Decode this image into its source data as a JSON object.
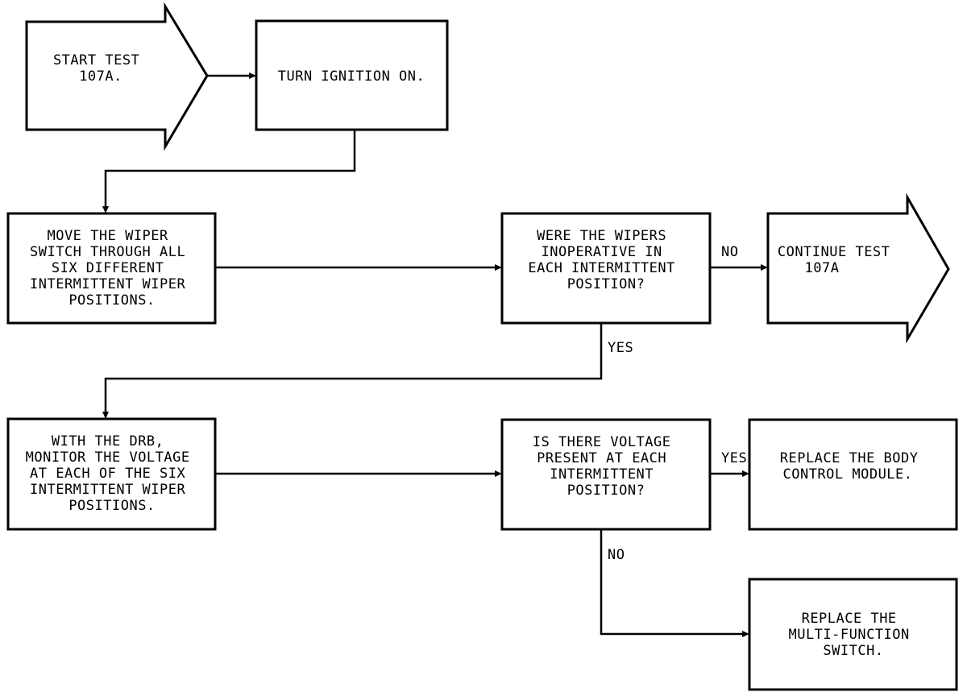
{
  "nodes": {
    "start": {
      "lines": [
        "START TEST",
        "107A."
      ]
    },
    "ignition": {
      "lines": [
        "TURN IGNITION ON."
      ]
    },
    "move_switch": {
      "lines": [
        "MOVE THE WIPER",
        "SWITCH THROUGH ALL",
        "SIX DIFFERENT",
        "INTERMITTENT WIPER",
        "POSITIONS."
      ]
    },
    "question_inoperative": {
      "lines": [
        "WERE THE WIPERS",
        "INOPERATIVE IN",
        "EACH INTERMITTENT",
        "POSITION?"
      ]
    },
    "continue": {
      "lines": [
        "CONTINUE TEST",
        "107A"
      ]
    },
    "monitor": {
      "lines": [
        "WITH THE DRB,",
        "MONITOR THE VOLTAGE",
        "AT EACH OF THE SIX",
        "INTERMITTENT WIPER",
        "POSITIONS."
      ]
    },
    "question_voltage": {
      "lines": [
        "IS THERE VOLTAGE",
        "PRESENT AT EACH",
        "INTERMITTENT",
        "POSITION?"
      ]
    },
    "replace_bcm": {
      "lines": [
        "REPLACE THE BODY",
        "CONTROL MODULE."
      ]
    },
    "replace_switch": {
      "lines": [
        "REPLACE THE",
        "MULTI-FUNCTION",
        "SWITCH."
      ]
    }
  },
  "edges": {
    "no_1": "NO",
    "yes_1": "YES",
    "yes_2": "YES",
    "no_2": "NO"
  }
}
